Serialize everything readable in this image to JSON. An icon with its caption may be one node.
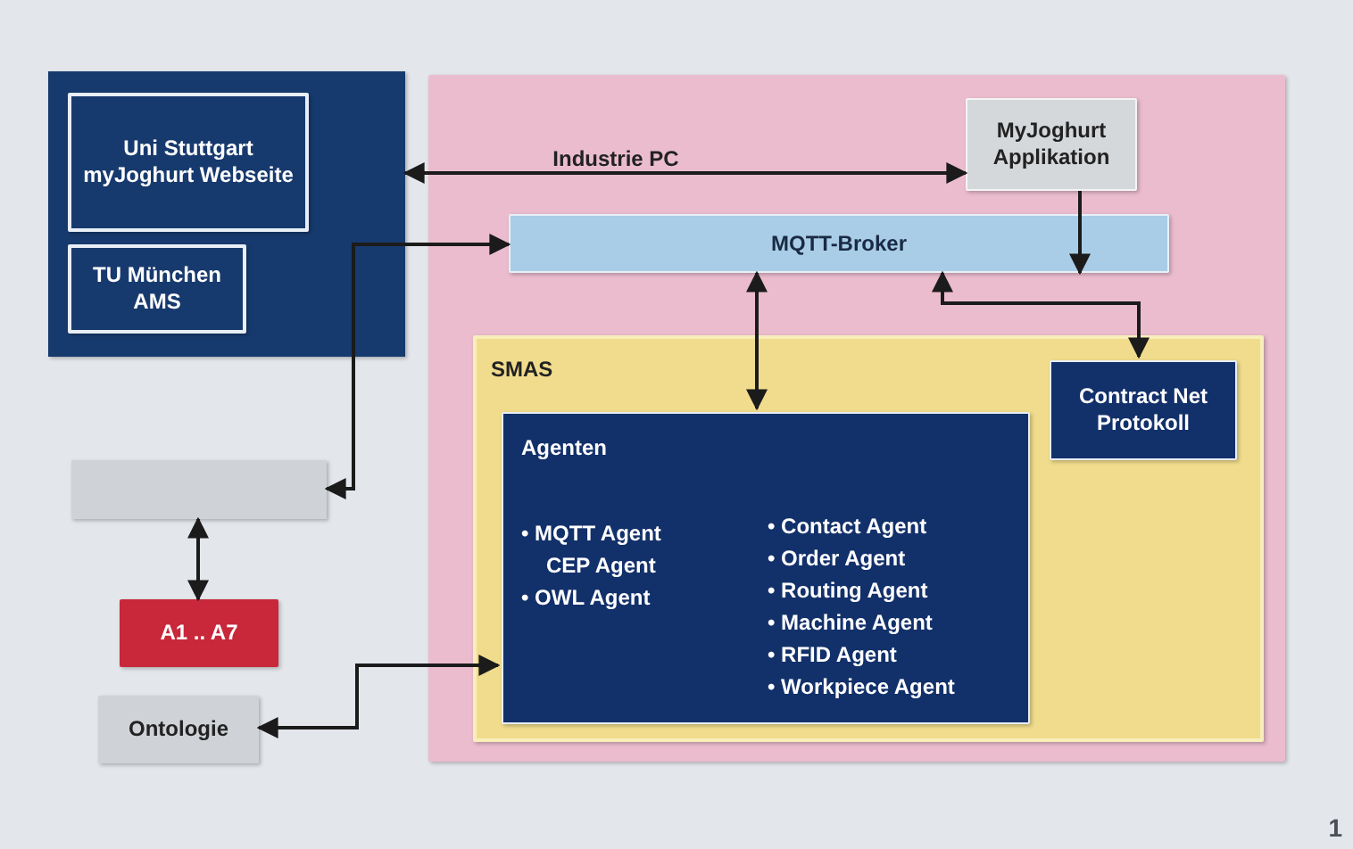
{
  "diagram": {
    "nodes": [
      {
        "text": [],
        "shape": "box"
      },
      {
        "text": [
          "Uni Stuttgart myJoghurt Webseite"
        ],
        "in": 0
      },
      {
        "text": [
          "TU München AMS"
        ],
        "in": 0
      },
      {
        "text": [
          "Industrie PC"
        ]
      },
      {
        "text": [
          "MyJoghurt Applikation"
        ],
        "in": 3
      },
      {
        "text": [
          "MQTT-Broker"
        ],
        "in": 3
      },
      {
        "text": [
          "SMAS"
        ],
        "in": 3
      },
      {
        "text": [
          "Contract Net Protokoll"
        ],
        "in": 6
      },
      {
        "text": [
          "Agenten",
          "• MQTT Agent CEP Agent",
          "• OWL Agent",
          "• Contact Agent",
          "• Order Agent",
          "• Routing Agent",
          "• Machine Agent",
          "• RFID Agent",
          "• Workpiece Agent"
        ],
        "in": 6
      },
      {
        "text": [],
        "shape": "box"
      },
      {
        "text": [
          "A1 .. A7"
        ]
      },
      {
        "text": [
          "Ontologie"
        ]
      }
    ],
    "edges": [
      {
        "from": 0,
        "to": 4,
        "arrow": "both"
      },
      {
        "from": 4,
        "to": 5,
        "arrow": "to"
      },
      {
        "from": 5,
        "to": 8,
        "arrow": "both"
      },
      {
        "from": 5,
        "to": 7,
        "arrow": "both"
      },
      {
        "from": 5,
        "to": 9,
        "arrow": "both"
      },
      {
        "from": 9,
        "to": 10,
        "arrow": "both"
      },
      {
        "from": 11,
        "to": 8,
        "arrow": "both"
      }
    ],
    "labels": [
      "1"
    ]
  }
}
